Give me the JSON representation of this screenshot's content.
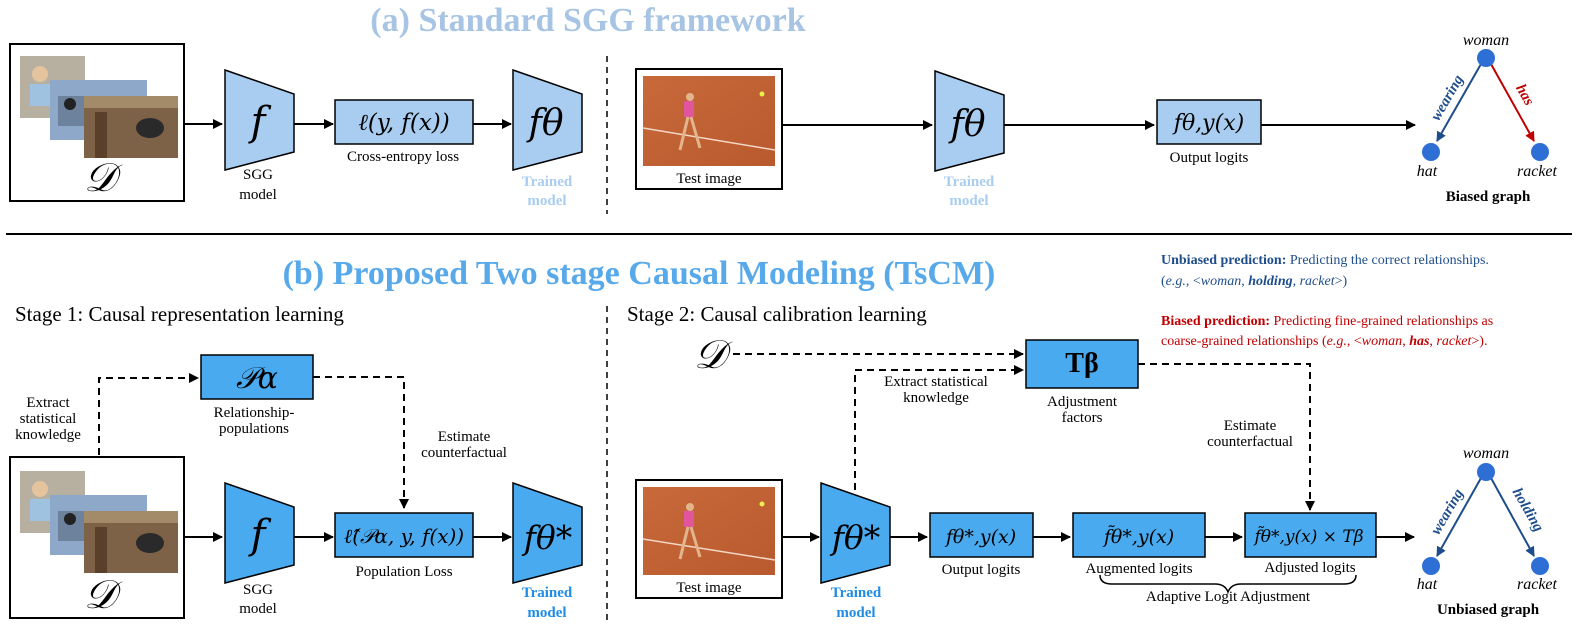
{
  "colors": {
    "pale_blue": "#a9cdf0",
    "bright_blue": "#4aaaf0",
    "title_a": "#a7c4e4",
    "title_b": "#58a9ea",
    "node_blue": "#2e6fd6",
    "dark_blue_text": "#1e4d8c",
    "red": "#c00000",
    "trained_pale": "#a9cdf0",
    "trained_bright": "#1f8ce6"
  },
  "section_a": {
    "title": "(a) Standard SGG framework",
    "dataset_symbol": "𝒟",
    "sgg_model_symbol": "f",
    "sgg_model_label": [
      "SGG",
      "model"
    ],
    "loss_formula": "ℓ(y, f(x))",
    "loss_caption": "Cross-entropy loss",
    "trained_symbol": "fθ",
    "trained_label": [
      "Trained",
      "model"
    ],
    "test_image_caption": "Test image",
    "test_trained_symbol": "fθ",
    "test_trained_label": [
      "Trained",
      "model"
    ],
    "logits_formula": "fθ,y(x)",
    "logits_caption": "Output logits",
    "graph": {
      "top": "woman",
      "left": "hat",
      "right": "racket",
      "edge_left": "wearing",
      "edge_right": "has",
      "caption": "Biased graph"
    }
  },
  "section_b": {
    "title": "(b) Proposed Two stage Causal Modeling (TsCM)",
    "unbiased_note": {
      "bold": "Unbiased prediction:",
      "text": " Predicting the correct relationships.",
      "line2_pre": "(",
      "line2_eg": "e.g.",
      "line2_mid": ", <",
      "line2_woman": "woman",
      "line2_sep": ", ",
      "line2_bold": "holding",
      "line2_sep2": ", ",
      "line2_racket": "racket",
      "line2_post": ">)"
    },
    "biased_note": {
      "bold": "Biased prediction:",
      "text": " Predicting fine-grained relationships as",
      "line2_pre": "coarse-grained relationships (",
      "line2_eg": "e.g.",
      "line2_mid": ", <",
      "line2_woman": "woman",
      "line2_sep": ", ",
      "line2_bold": "has",
      "line2_sep2": ", ",
      "line2_racket": "racket",
      "line2_post": ">)."
    },
    "stage1": {
      "title": "Stage  1: Causal representation learning",
      "extract_label": [
        "Extract",
        "statistical",
        "knowledge"
      ],
      "population_symbol": "𝒫α",
      "population_caption": [
        "Relationship-",
        "populations"
      ],
      "estimate_label": [
        "Estimate",
        "counterfactual"
      ],
      "dataset_symbol": "𝒟",
      "sgg_model_symbol": "f",
      "sgg_model_label": [
        "SGG",
        "model"
      ],
      "loss_formula": "ℓ̂(𝒫α, y, f(x))",
      "loss_caption": "Population Loss",
      "trained_symbol": "fθ*",
      "trained_label": [
        "Trained",
        "model"
      ]
    },
    "stage2": {
      "title": "Stage  2: Causal calibration learning",
      "dataset_symbol": "𝒟",
      "extract_label": [
        "Extract statistical",
        "knowledge"
      ],
      "adjust_symbol": "Tβ",
      "adjust_caption": [
        "Adjustment",
        "factors"
      ],
      "estimate_label": [
        "Estimate",
        "counterfactual"
      ],
      "test_image_caption": "Test image",
      "trained_symbol": "fθ*",
      "trained_label": [
        "Trained",
        "model"
      ],
      "output_formula": "fθ*,y(x)",
      "output_caption": "Output logits",
      "augmented_formula": "f̃θ*,y(x)",
      "augmented_caption": "Augmented logits",
      "adjusted_formula": "f̃θ*,y(x) × Tβ",
      "adjusted_caption": "Adjusted logits",
      "brace_caption": "Adaptive Logit Adjustment",
      "graph": {
        "top": "woman",
        "left": "hat",
        "right": "racket",
        "edge_left": "wearing",
        "edge_right": "holding",
        "caption": "Unbiased graph"
      }
    }
  }
}
